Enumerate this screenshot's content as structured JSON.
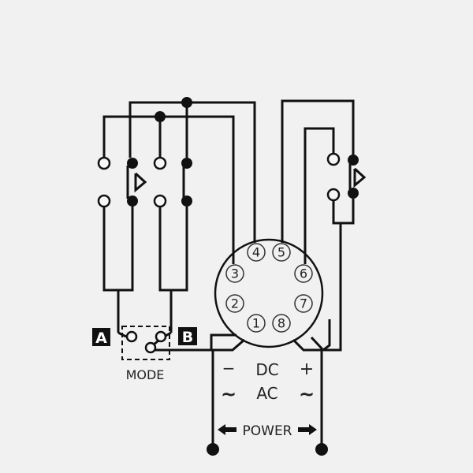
{
  "diagram": {
    "type": "relay-wiring-diagram",
    "base_pins": [
      {
        "id": "1",
        "label": "1"
      },
      {
        "id": "2",
        "label": "2"
      },
      {
        "id": "3",
        "label": "3"
      },
      {
        "id": "4",
        "label": "4"
      },
      {
        "id": "5",
        "label": "5"
      },
      {
        "id": "6",
        "label": "6"
      },
      {
        "id": "7",
        "label": "7"
      },
      {
        "id": "8",
        "label": "8"
      }
    ],
    "mode": {
      "label": "MODE",
      "a_label": "A",
      "b_label": "B"
    },
    "power": {
      "dc_label": "DC",
      "ac_label": "AC",
      "minus_label": "−",
      "plus_label": "+",
      "ac_left_label": "~",
      "ac_right_label": "~",
      "power_label": "POWER",
      "arrow_left": "🡄",
      "arrow_right": "🡆"
    },
    "colors": {
      "background": "#f1f1f1",
      "line": "#111111",
      "label_bg": "#111111",
      "label_fg": "#ffffff"
    }
  }
}
